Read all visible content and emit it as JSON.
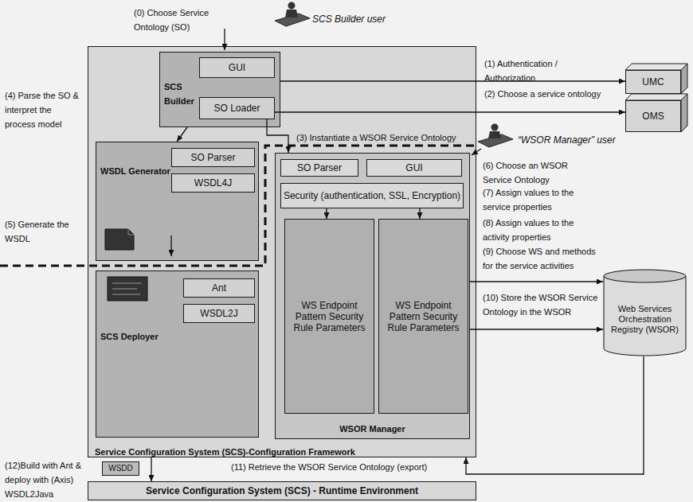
{
  "diagram": {
    "nodes": [
      {
        "text": [
          "Service Configuration System (SCS)-Configuration Framework"
        ]
      },
      {
        "text": [
          "SCS Builder"
        ],
        "in": 0
      },
      {
        "text": [
          "GUI"
        ],
        "in": 1
      },
      {
        "text": [
          "SO Loader"
        ],
        "in": 1
      },
      {
        "text": [
          "WSDL Generator"
        ],
        "in": 0
      },
      {
        "text": [
          "SO Parser"
        ],
        "in": 4
      },
      {
        "text": [
          "WSDL4J"
        ],
        "in": 4
      },
      {
        "text": [
          "SCS Deployer"
        ],
        "in": 0
      },
      {
        "text": [
          "Ant"
        ],
        "in": 7
      },
      {
        "text": [
          "WSDL2J"
        ],
        "in": 7
      },
      {
        "text": [
          "WSOR Manager"
        ],
        "in": 0
      },
      {
        "text": [
          "SO Parser"
        ],
        "in": 10
      },
      {
        "text": [
          "GUI"
        ],
        "in": 10
      },
      {
        "text": [
          "Security (authentication, SSL, Encryption)"
        ],
        "in": 10
      },
      {
        "text": [
          "WS Endpoint Pattern Security Rule Parameters"
        ],
        "in": 10
      },
      {
        "text": [
          "WS Endpoint Pattern Security Rule Parameters"
        ],
        "in": 10
      },
      {
        "text": [
          "UMC"
        ]
      },
      {
        "text": [
          "OMS"
        ]
      },
      {
        "text": [
          "Web Services Orchestration Registry (WSOR)"
        ]
      },
      {
        "text": [
          "WSDD"
        ]
      },
      {
        "text": [
          "Service Configuration System (SCS) - Runtime Environment"
        ]
      }
    ],
    "edges": [
      {
        "from": 1,
        "to": 4,
        "arrow": "to"
      },
      {
        "from": 3,
        "to": 10,
        "arrow": "to"
      },
      {
        "from": 1,
        "to": 16,
        "arrow": "to"
      },
      {
        "from": 3,
        "to": 17,
        "arrow": "to"
      },
      {
        "from": 10,
        "to": 18,
        "arrow": "to"
      },
      {
        "from": 10,
        "to": 18,
        "arrow": "to"
      },
      {
        "from": 18,
        "to": 0,
        "arrow": "to"
      },
      {
        "from": 13,
        "to": 14,
        "arrow": "to"
      },
      {
        "from": 13,
        "to": 15,
        "arrow": "to"
      },
      {
        "from": 0,
        "to": 20,
        "arrow": "to"
      }
    ],
    "labels": [
      "(0) Choose Service Ontology (SO)",
      "SCS Builder user",
      "(1) Authentication / Authorization",
      "(2) Choose a service ontology",
      "(3) Instantiate a WSOR Service Ontology",
      "(4) Parse the SO & interpret the process model",
      "“WSOR Manager” user",
      "(5) Generate the WSDL",
      "(6) Choose an WSOR Service Ontology",
      "(7) Assign values to the service properties",
      "(8) Assign values to the activity properties",
      "(9) Choose WS and methods for the service activities",
      "(10) Store the WSOR Service Ontology in the WSOR",
      "(11) Retrieve the WSOR Service Ontology (export)",
      "(12)Build with Ant & deploy with (Axis) WSDL2Java"
    ]
  }
}
